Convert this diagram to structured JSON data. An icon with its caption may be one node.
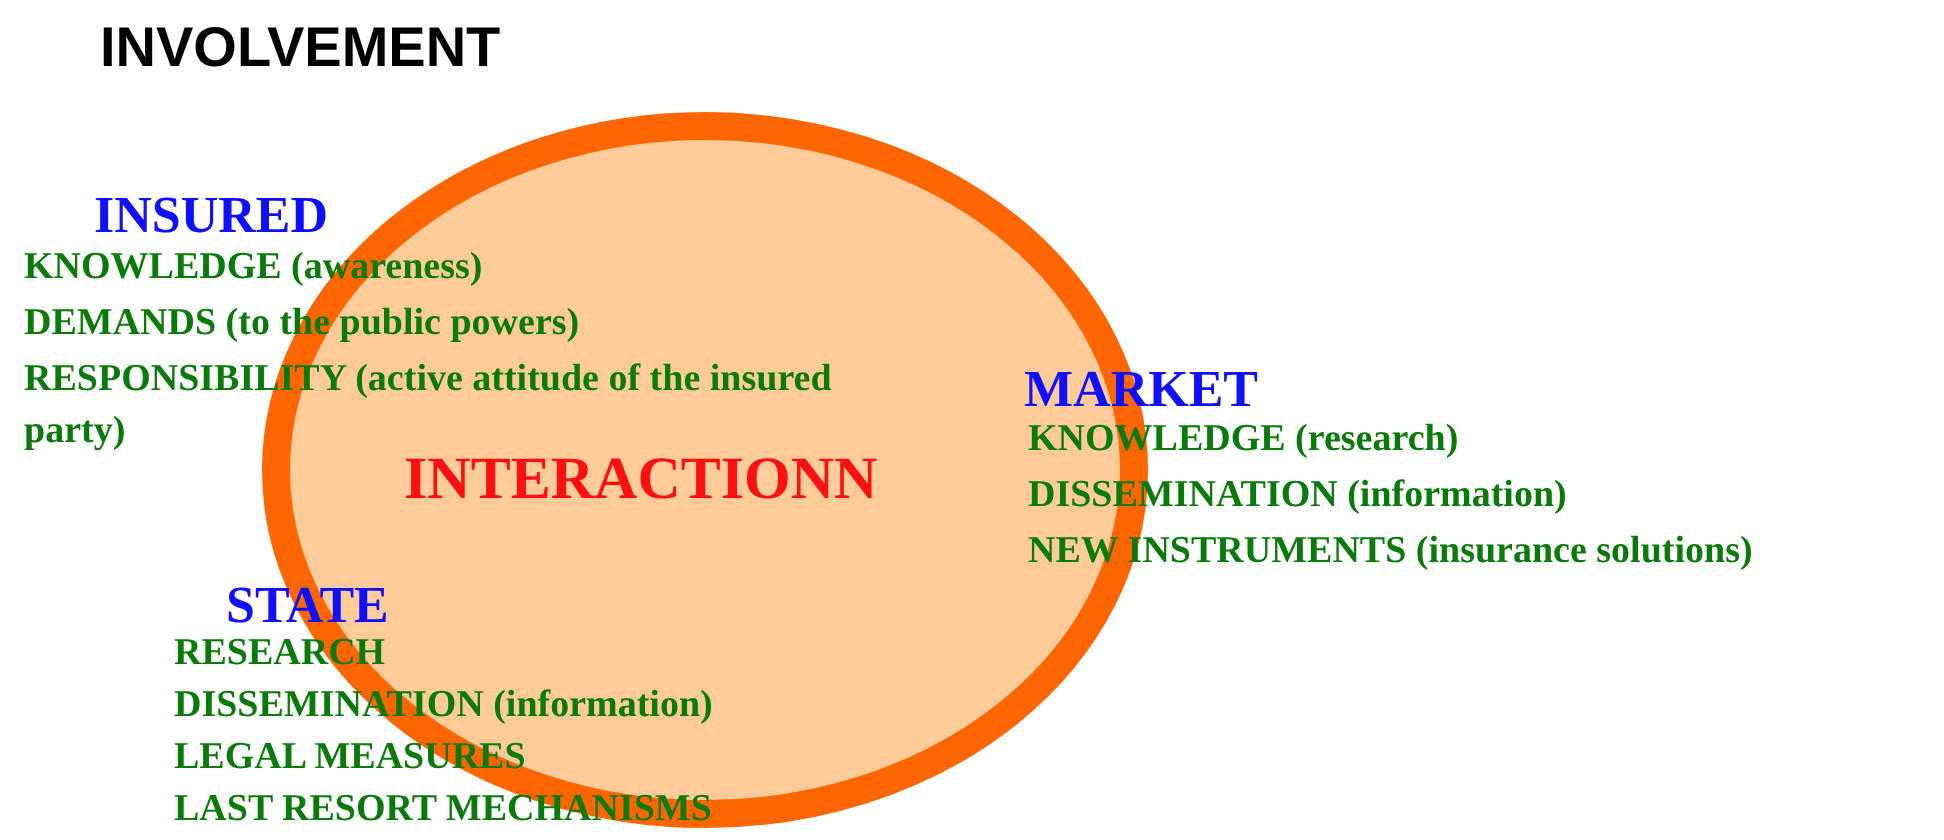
{
  "diagram": {
    "title": "INVOLVEMENT",
    "nodes": [
      {
        "text": [
          "INTERACTIONN"
        ]
      }
    ],
    "labels": [
      "INSURED",
      "KNOWLEDGE (awareness)",
      "DEMANDS (to the public powers)",
      "RESPONSIBILITY (active attitude of the insured party)",
      "MARKET",
      "KNOWLEDGE (research)",
      "DISSEMINATION (information)",
      "NEW INSTRUMENTS (insurance solutions)",
      "STATE",
      "RESEARCH",
      "DISSEMINATION (information)",
      "LEGAL MEASURES",
      "LAST RESORT MECHANISMS"
    ]
  }
}
